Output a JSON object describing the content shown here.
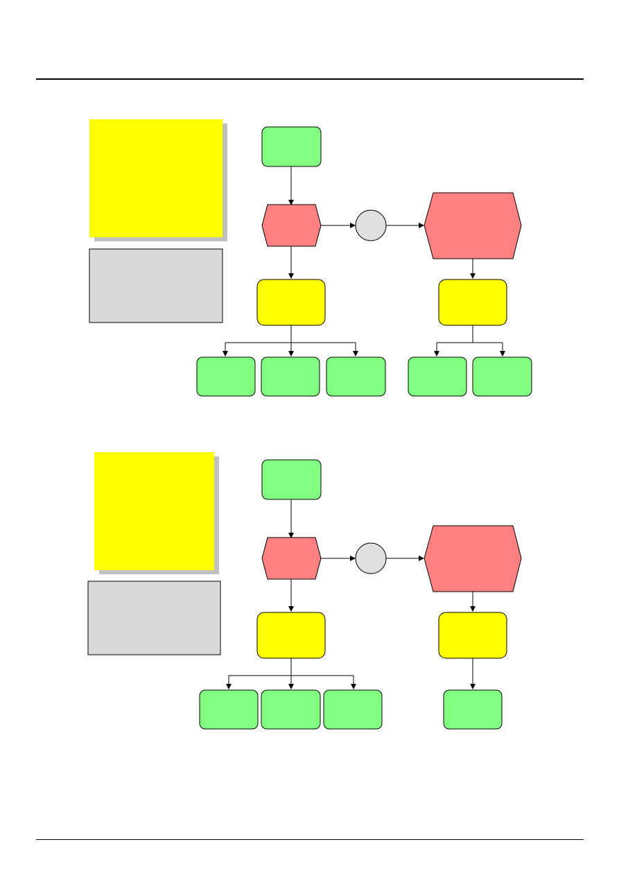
{
  "colors": {
    "event_green": "#80ff80",
    "function_yellow": "#ffff00",
    "process_red": "#ff8080",
    "connector_gray": "#e0e0e0",
    "note_gray": "#d9d9d9",
    "note_yellow": "#ffff00",
    "shadow_gray": "#c0c0c0",
    "line": "#000000"
  },
  "diagrams": [
    {
      "id": "diagram-1",
      "left_branch_outputs": 3,
      "right_branch_outputs": 2
    },
    {
      "id": "diagram-2",
      "left_branch_outputs": 3,
      "right_branch_outputs": 1
    }
  ]
}
